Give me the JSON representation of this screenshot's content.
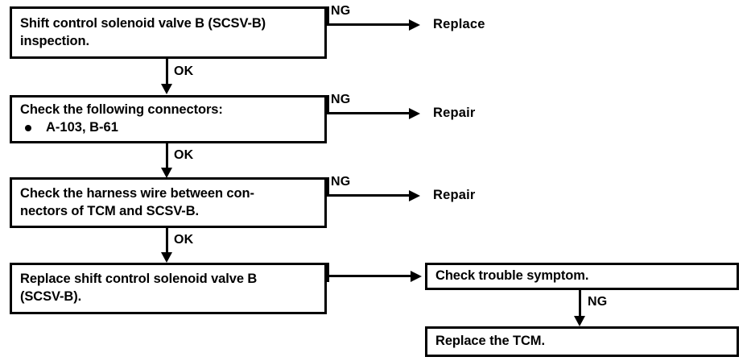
{
  "diagram": {
    "title": "Shift control solenoid valve B (SCSV-B) diagnostic flowchart",
    "ink_color": "#000000",
    "background_color": "#ffffff"
  },
  "boxes": {
    "step1": {
      "line1": "Shift control solenoid valve B (SCSV-B)",
      "line2": "inspection."
    },
    "step2": {
      "line1": "Check the following connectors:",
      "bullet": "A-103, B-61"
    },
    "step3": {
      "line1": "Check the harness wire between con-",
      "line2": "nectors of TCM and SCSV-B."
    },
    "step4": {
      "line1": "Replace shift control solenoid valve B",
      "line2": "(SCSV-B)."
    },
    "step5": {
      "line1": "Check trouble symptom."
    },
    "step6": {
      "line1": "Replace the TCM."
    }
  },
  "results": {
    "replace": "Replace",
    "repair1": "Repair",
    "repair2": "Repair"
  },
  "edges": {
    "ng1": "NG",
    "ok1": "OK",
    "ng2": "NG",
    "ok2": "OK",
    "ng3": "NG",
    "ok3": "OK",
    "ng4": "NG"
  }
}
